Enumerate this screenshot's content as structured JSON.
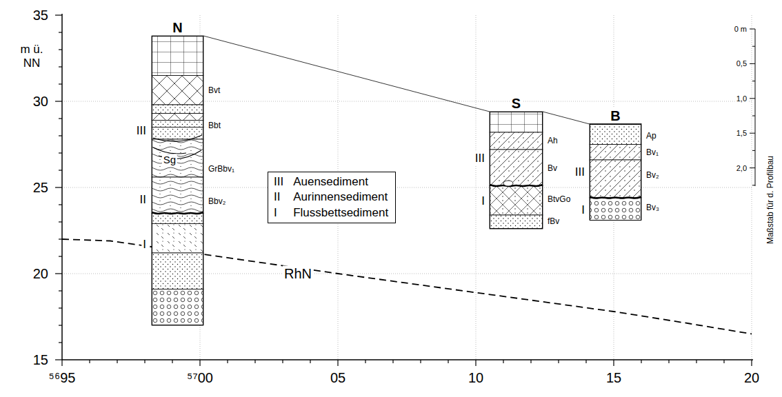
{
  "diagram": {
    "nodes": [
      {
        "text": [
          "N"
        ]
      },
      {
        "text": [
          "S"
        ]
      },
      {
        "text": [
          "B"
        ]
      },
      {
        "text": [
          "III",
          "Auensediment",
          "II",
          "Aurinnensediment",
          "I",
          "Flussbettsediment"
        ]
      }
    ],
    "edges": [
      {
        "from": 0,
        "to": 1,
        "arrow": "none"
      },
      {
        "from": 1,
        "to": 2,
        "arrow": "none"
      }
    ],
    "labels": [
      "m ü. NN",
      "35",
      "30",
      "25",
      "20",
      "15",
      "⁵⁶95",
      "⁵⁷00",
      "05",
      "10",
      "15",
      "20",
      "0 m",
      "0,5",
      "1,0",
      "1,5",
      "2,0",
      "Maßstab für d. Profilbau",
      "RhN",
      "Bvt",
      "Bbt",
      "Sg",
      "GrBbv₁",
      "Bbv₂",
      "III",
      "II",
      "I",
      "Ah",
      "Bv",
      "BtvGo",
      "fBv",
      "III",
      "I",
      "Ap",
      "Bv₁",
      "Bv₂",
      "Bv₃",
      "III",
      "I"
    ]
  }
}
